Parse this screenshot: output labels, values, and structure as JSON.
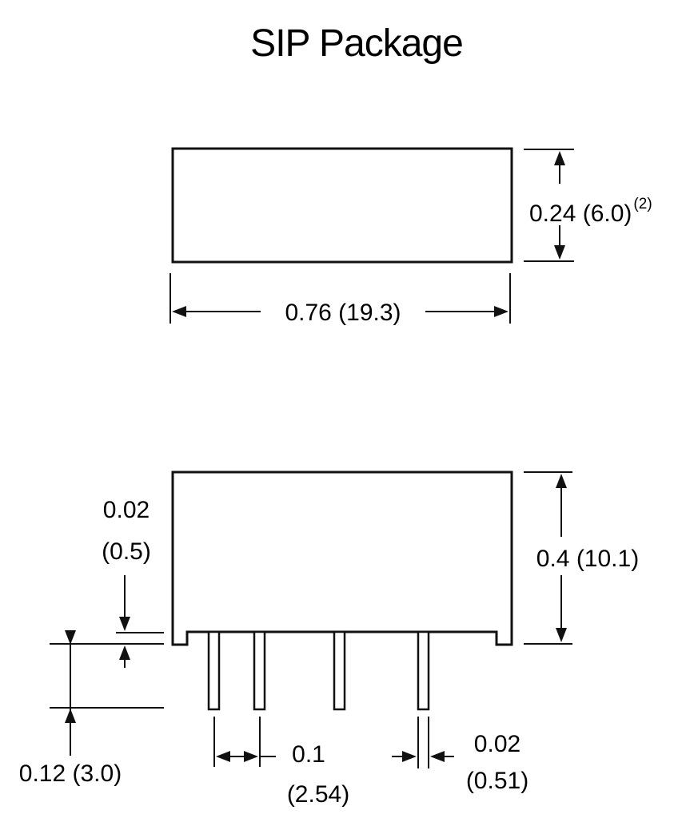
{
  "title": "SIP Package",
  "top_view": {
    "height_label": "0.24 (6.0)",
    "height_note": "(2)",
    "width_label": "0.76 (19.3)"
  },
  "side_view": {
    "height_label": "0.4 (10.1)",
    "standoff_label_line1": "0.02",
    "standoff_label_line2": "(0.5)",
    "pin_length_label": "0.12 (3.0)",
    "pitch_label_line1": "0.1",
    "pitch_label_line2": "(2.54)",
    "pin_width_label_line1": "0.02",
    "pin_width_label_line2": "(0.51)"
  }
}
